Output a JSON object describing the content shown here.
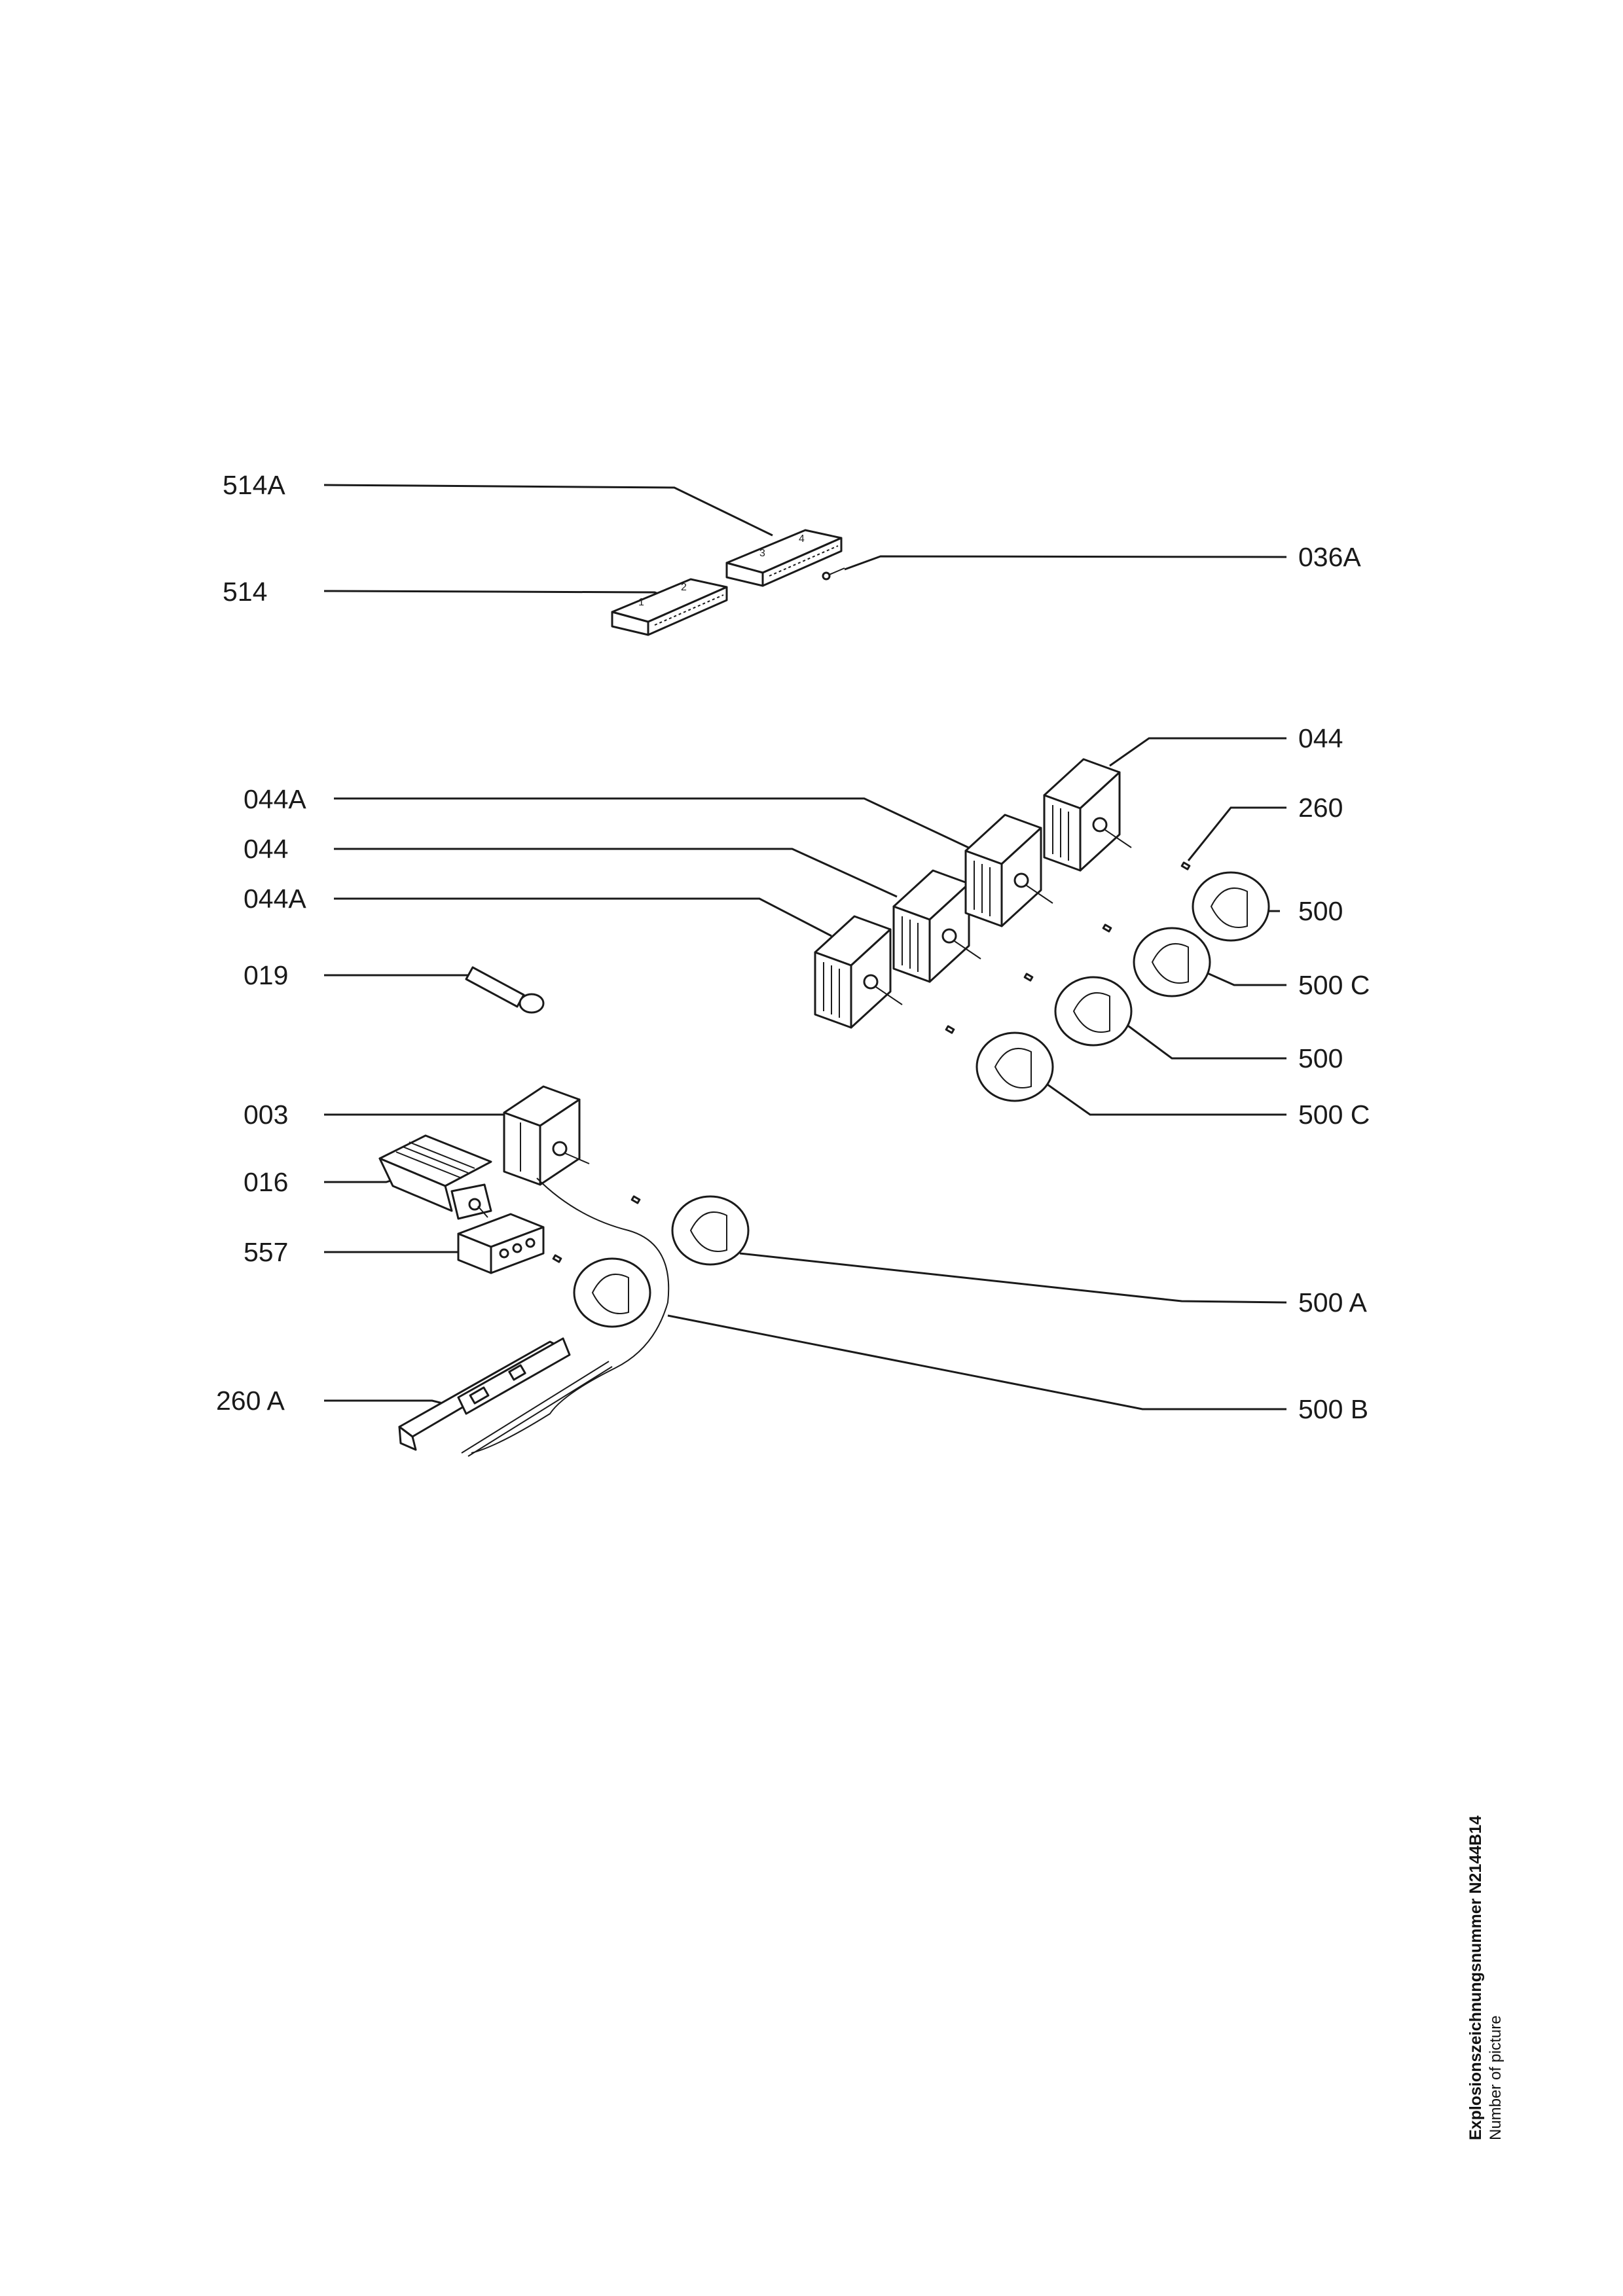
{
  "callouts": {
    "c514A": "514A",
    "c514": "514",
    "c036A": "036A",
    "c044_right": "044",
    "c044A_upper": "044A",
    "c044_left": "044",
    "c044A_lower": "044A",
    "c260": "260",
    "c500_top": "500",
    "c019": "019",
    "c500C_top": "500 C",
    "c500_mid": "500",
    "c003": "003",
    "c500C_low": "500 C",
    "c016": "016",
    "c557": "557",
    "c500A": "500 A",
    "c260A": "260 A",
    "c500B": "500 B"
  },
  "caption": {
    "line1": "Explosionszeichnungsnummer N2144B14",
    "line2": "Number of picture"
  }
}
